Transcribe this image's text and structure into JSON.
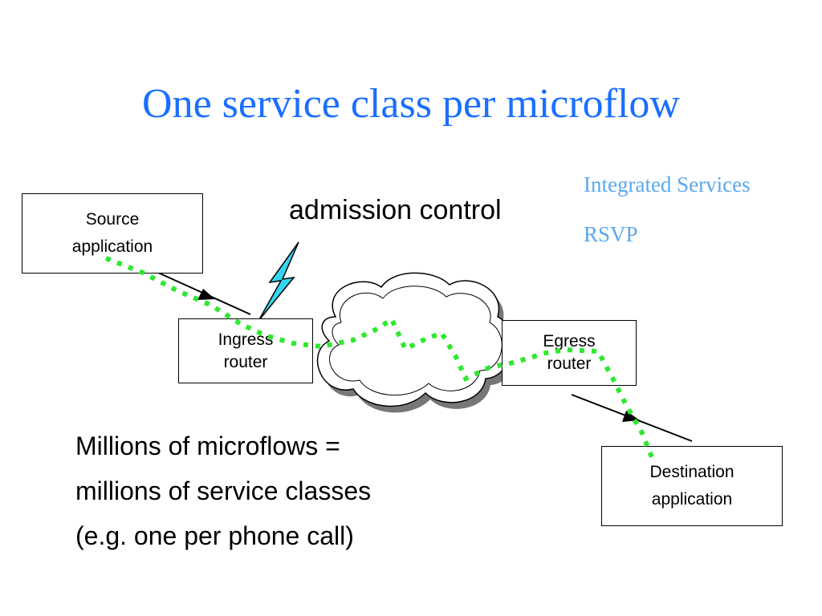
{
  "title": "One service class per microflow",
  "tags": {
    "integrated_services": "Integrated Services",
    "rsvp": "RSVP"
  },
  "admission_control": "admission control",
  "nodes": {
    "source": [
      "Source",
      "application"
    ],
    "ingress": [
      "Ingress",
      "router"
    ],
    "egress": [
      "Egress",
      "router"
    ],
    "destination": [
      "Destination",
      "application"
    ]
  },
  "body_lines": [
    "Millions of microflows =",
    "millions of service classes",
    "(e.g. one per phone call)"
  ],
  "colors": {
    "title": "#1a6fff",
    "tags": "#5aa8f0",
    "flow_path": "#2ee82e",
    "lightning": "#33d6f0"
  }
}
